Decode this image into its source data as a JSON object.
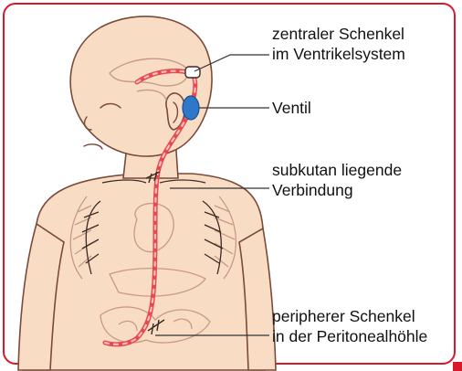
{
  "labels": {
    "central_limb": {
      "line1": "zentraler Schenkel",
      "line2": "im Ventrikelsystem"
    },
    "valve": {
      "line1": "Ventil"
    },
    "subcutaneous": {
      "line1": "subkutan liegende",
      "line2": "Verbindung"
    },
    "peripheral_limb": {
      "line1": "peripherer Schenkel",
      "line2": "in der Peritonealhöhle"
    }
  },
  "colors": {
    "frame": "#d7192b",
    "skin": "#f9dcc4",
    "skin_outline": "#7a4a3a",
    "organ_line": "#c79a88",
    "catheter": "#e8494f",
    "catheter_stripe": "#f7c1bf",
    "valve": "#2f78c9",
    "leader_line": "#333333",
    "text": "#111111"
  }
}
